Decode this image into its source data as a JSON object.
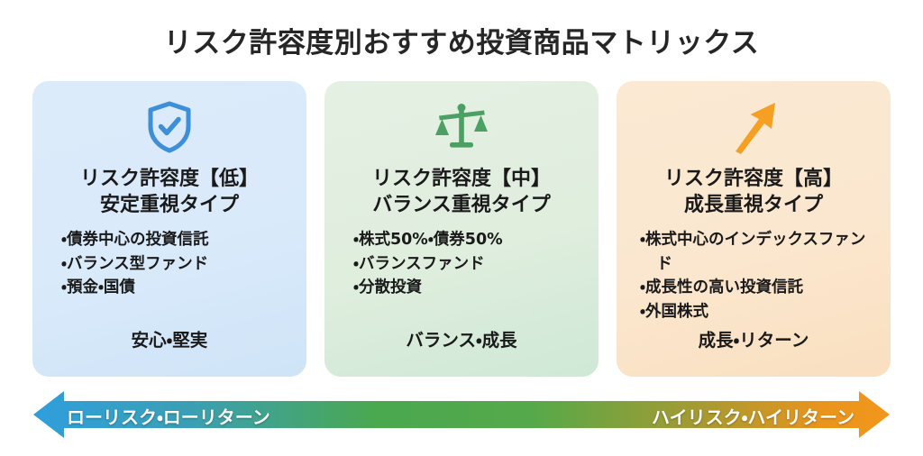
{
  "page": {
    "title": "リスク許容度別おすすめ投資商品マトリックス"
  },
  "colors": {
    "background": "#ffffff",
    "title_text": "#262626",
    "card_low_bg": "#dcebfa",
    "card_mid_bg": "#e2efe1",
    "card_high_bg": "#fbe8d1",
    "icon_low": "#3e8fd8",
    "icon_mid": "#4ca063",
    "icon_high": "#f5a022",
    "arrow_start": "#2f9fdd",
    "arrow_middle": "#4aa84f",
    "arrow_end": "#f2971b",
    "arrow_label_text": "#ffffff"
  },
  "cards": [
    {
      "id": "low",
      "icon": "shield-check-icon",
      "icon_color": "#3e8fd8",
      "heading_lines": [
        "リスク許容度【低】",
        "安定重視タイプ"
      ],
      "bullets": [
        "・債券中心の投資信託",
        "・バランス型ファンド",
        "・預金・国債"
      ],
      "footer": "安心・堅実"
    },
    {
      "id": "mid",
      "icon": "balance-scale-icon",
      "icon_color": "#4ca063",
      "heading_lines": [
        "リスク許容度【中】",
        "バランス重視タイプ"
      ],
      "bullets": [
        "・株式50%・債券50%",
        "・バランスファンド",
        "・分散投資"
      ],
      "footer": "バランス・成長"
    },
    {
      "id": "high",
      "icon": "trend-up-arrow-icon",
      "icon_color": "#f5a022",
      "heading_lines": [
        "リスク許容度【高】",
        "成長重視タイプ"
      ],
      "bullets": [
        "・株式中心のインデックスファンド",
        "・成長性の高い投資信託",
        "・外国株式"
      ],
      "footer": "成長・リターン"
    }
  ],
  "spectrum": {
    "left_label": "ローリスク・ローリターン",
    "right_label": "ハイリスク・ハイリターン",
    "direction": "double-headed-arrow"
  }
}
